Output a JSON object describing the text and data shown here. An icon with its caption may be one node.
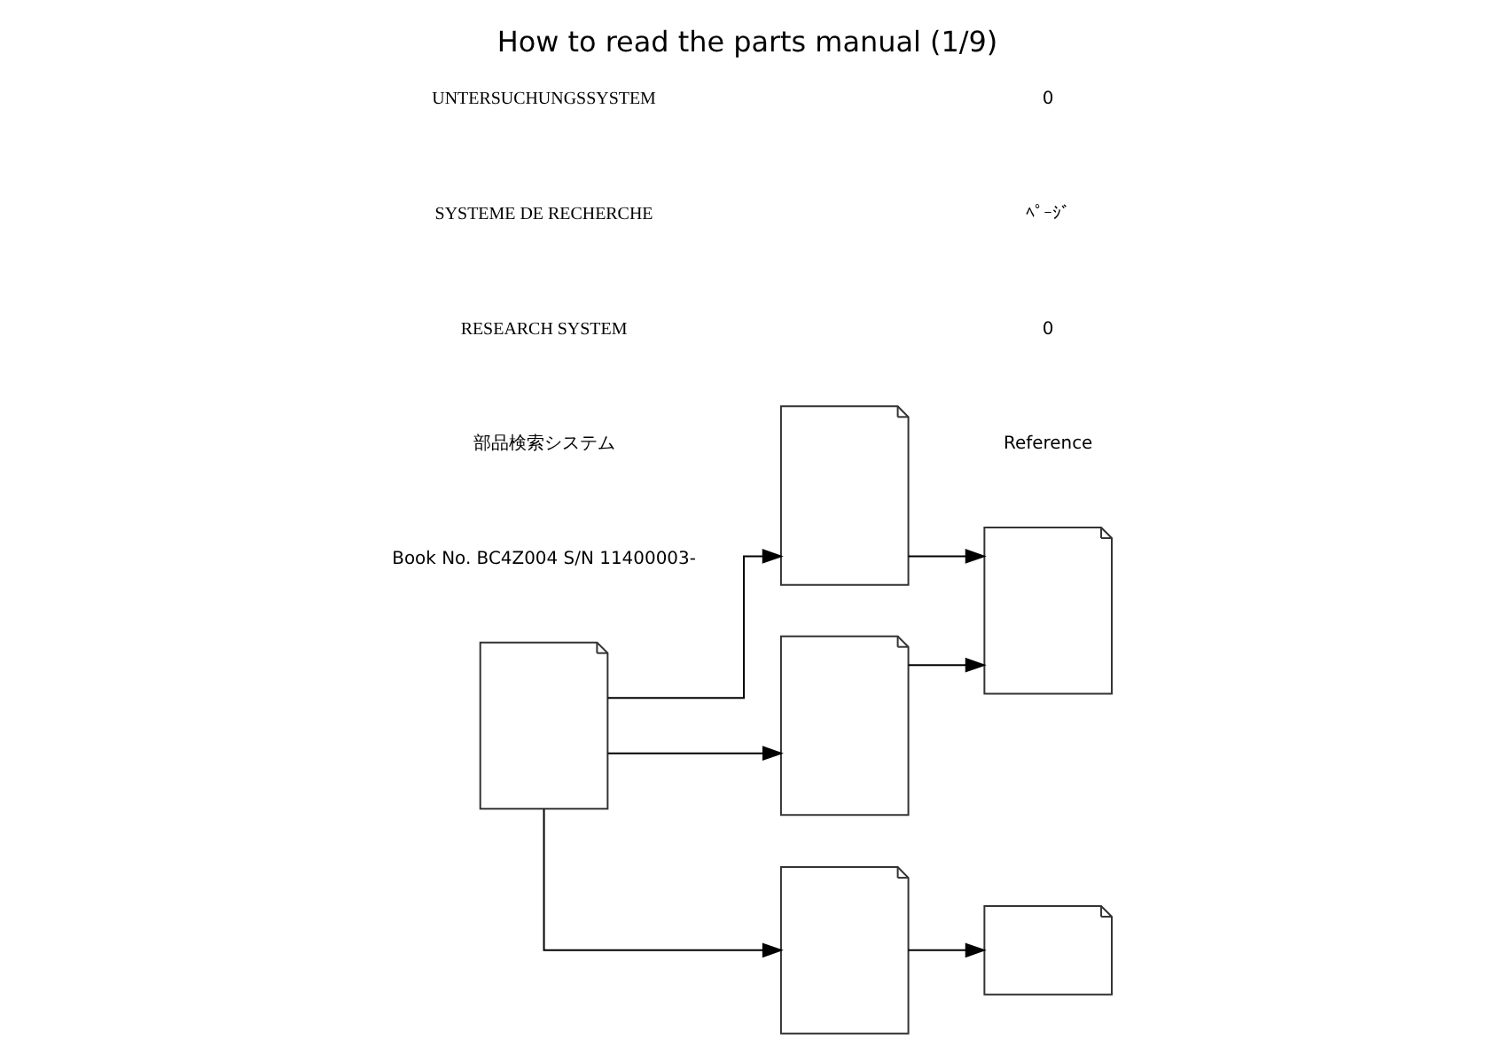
{
  "diagram": {
    "title": "How to read the parts manual (1/9)",
    "nodes": [
      {
        "text": [],
        "shape": "picture"
      },
      {
        "text": [],
        "shape": "picture"
      },
      {
        "text": [],
        "shape": "picture"
      },
      {
        "text": [],
        "shape": "picture"
      },
      {
        "text": [],
        "shape": "picture"
      },
      {
        "text": [],
        "shape": "picture"
      }
    ],
    "edges": [
      {
        "from": 0,
        "to": 1,
        "arrow": "to"
      },
      {
        "from": 0,
        "to": 2,
        "arrow": "to"
      },
      {
        "from": 0,
        "to": 4,
        "arrow": "to"
      },
      {
        "from": 1,
        "to": 3,
        "arrow": "to"
      },
      {
        "from": 2,
        "to": 3,
        "arrow": "to"
      },
      {
        "from": 4,
        "to": 5,
        "arrow": "to"
      }
    ],
    "labels": [
      "Book No. BC4Z004 S/N 11400003-",
      "部品検索システム",
      "RESEARCH SYSTEM",
      "SYSTEME DE RECHERCHE",
      "UNTERSUCHUNGSSYSTEM",
      "Reference",
      "0",
      "ﾍﾟｰｼﾞ",
      "0"
    ]
  }
}
